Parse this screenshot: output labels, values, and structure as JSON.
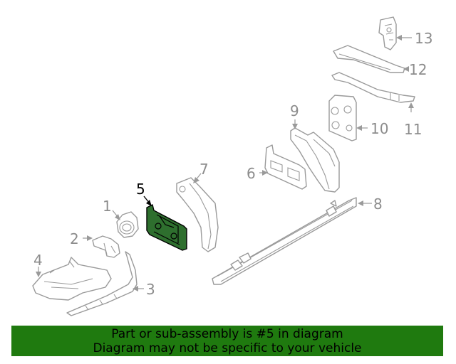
{
  "diagram": {
    "highlighted_part": "5",
    "callouts": [
      "1",
      "2",
      "3",
      "4",
      "5",
      "6",
      "7",
      "8",
      "9",
      "10",
      "11",
      "12",
      "13"
    ]
  },
  "banner": {
    "line1": "Part or sub-assembly is #5 in diagram",
    "line2": "Diagram may not be specific to your vehicle",
    "color": "#1f7a0f"
  }
}
